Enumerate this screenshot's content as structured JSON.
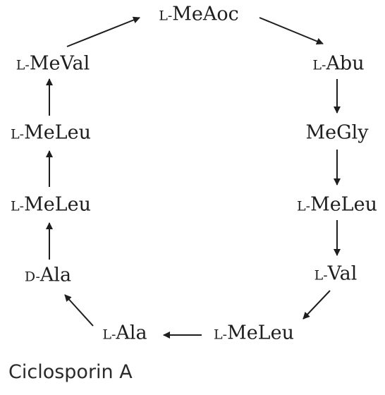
{
  "diagram": {
    "residues": [
      {
        "prefix": "L-",
        "name": "MeAoc"
      },
      {
        "prefix": "L-",
        "name": "Abu"
      },
      {
        "prefix": "",
        "name": "MeGly"
      },
      {
        "prefix": "L-",
        "name": "MeLeu"
      },
      {
        "prefix": "L-",
        "name": "Val"
      },
      {
        "prefix": "L-",
        "name": "MeLeu"
      },
      {
        "prefix": "L-",
        "name": "Ala"
      },
      {
        "prefix": "D-",
        "name": "Ala"
      },
      {
        "prefix": "L-",
        "name": "MeLeu"
      },
      {
        "prefix": "L-",
        "name": "MeLeu"
      },
      {
        "prefix": "L-",
        "name": "MeVal"
      }
    ],
    "caption": "Ciclosporin A",
    "colors": {
      "text": "#1e1e1e",
      "arrow": "#1e1e1e",
      "background": "#ffffff"
    }
  }
}
